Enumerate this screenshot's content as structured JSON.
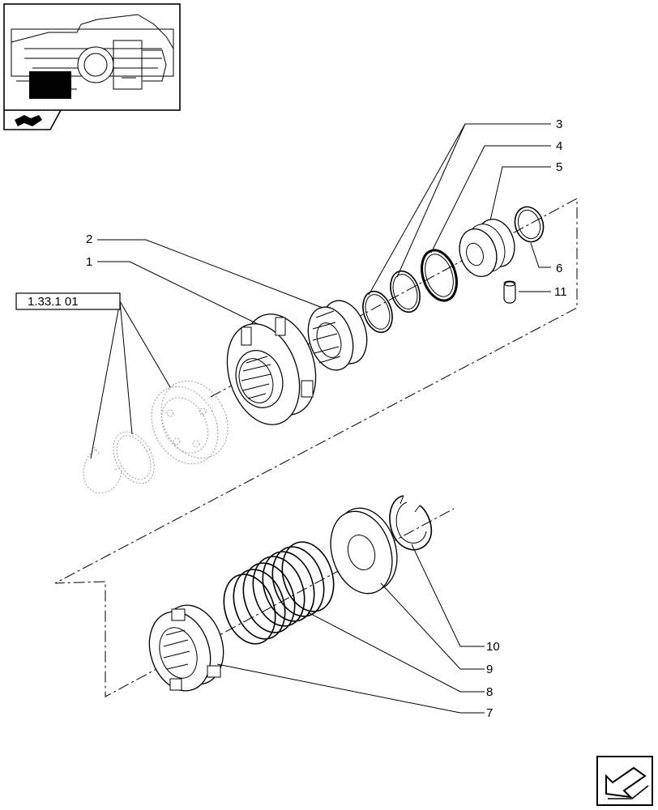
{
  "callouts": {
    "c1": "1",
    "c2": "2",
    "c3": "3",
    "c4": "4",
    "c5": "5",
    "c6": "6",
    "c7": "7",
    "c8": "8",
    "c9": "9",
    "c10": "10",
    "c11": "11"
  },
  "reference_box": "1.33.1 01",
  "icons": {
    "thumbnail": "assembly-location-thumbnail",
    "book": "manual-book-icon",
    "navigation": "next-page-arrow-icon"
  }
}
